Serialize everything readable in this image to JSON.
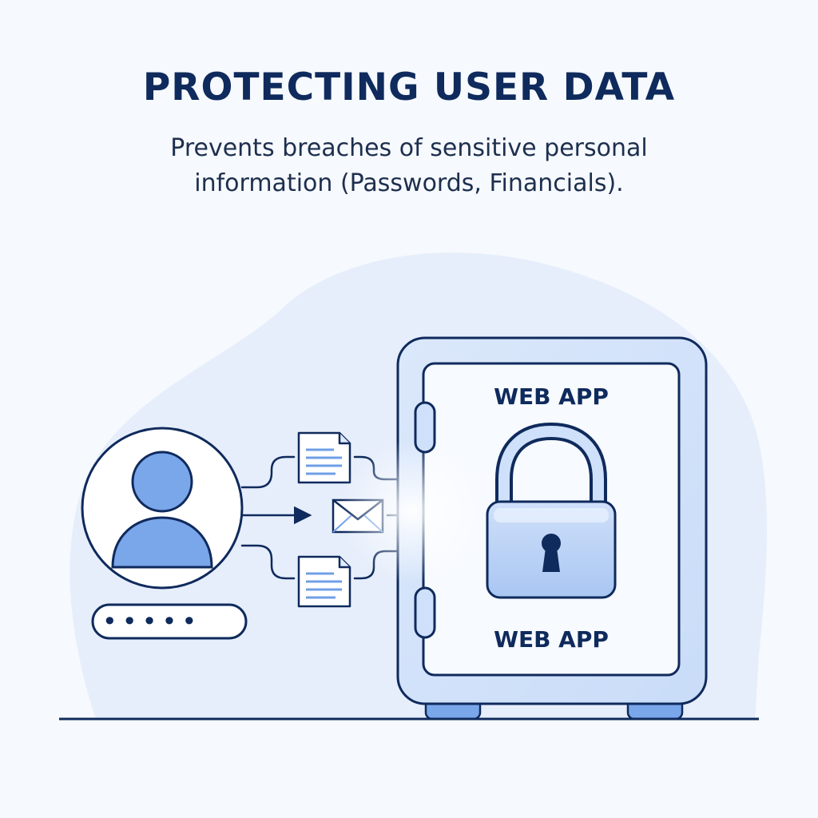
{
  "header": {
    "title": "PROTECTING USER DATA",
    "subtitle_line1": "Prevents breaches of sensitive personal",
    "subtitle_line2": "information (Passwords, Financials)."
  },
  "safe": {
    "label_top": "WEB APP",
    "label_bottom": "WEB APP"
  },
  "user": {
    "password_mask": "•••••"
  },
  "flow_items": [
    {
      "icon": "document-icon"
    },
    {
      "icon": "envelope-icon"
    },
    {
      "icon": "document-icon"
    }
  ],
  "colors": {
    "navy": "#0f2a5c",
    "accent_blue": "#6f9fe6",
    "light_blue": "#dfeafb",
    "blob": "#e6eefb"
  }
}
